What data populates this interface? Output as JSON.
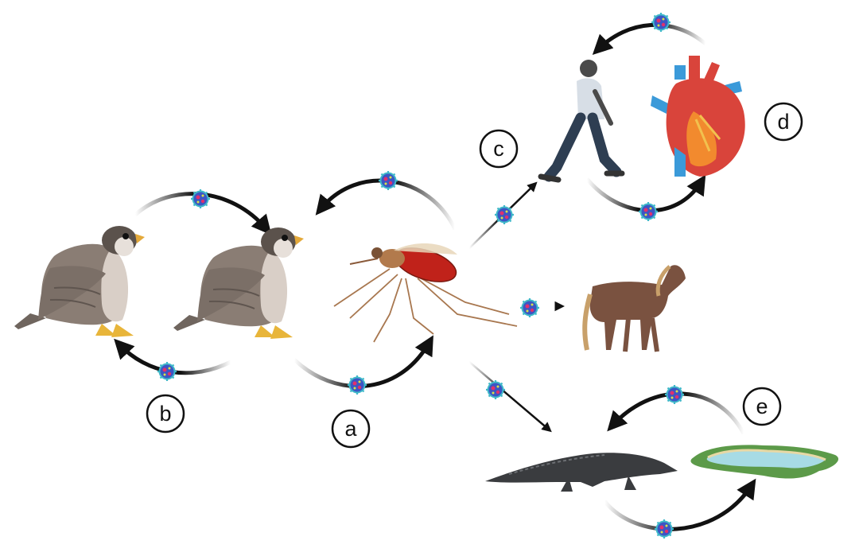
{
  "labels": {
    "a": "a",
    "b": "b",
    "c": "c",
    "d": "d",
    "e": "e"
  },
  "organisms": [
    "falcon-left",
    "falcon-right",
    "mosquito",
    "human",
    "heart",
    "horse",
    "alligator",
    "pond"
  ],
  "colors": {
    "virus_core": "#3b56c4",
    "virus_spikes": "#3fb8c9",
    "virus_accent": "#e0306e",
    "arrow": "#111111",
    "falcon_body": "#8a7d74",
    "falcon_chest": "#d9cfc7",
    "mosquito_abdomen": "#c0221a",
    "horse": "#7a5240",
    "alligator": "#3a3c3f",
    "pond_edge": "#5c9a49",
    "pond_water": "#a7dbe5",
    "heart": "#d9443b"
  }
}
